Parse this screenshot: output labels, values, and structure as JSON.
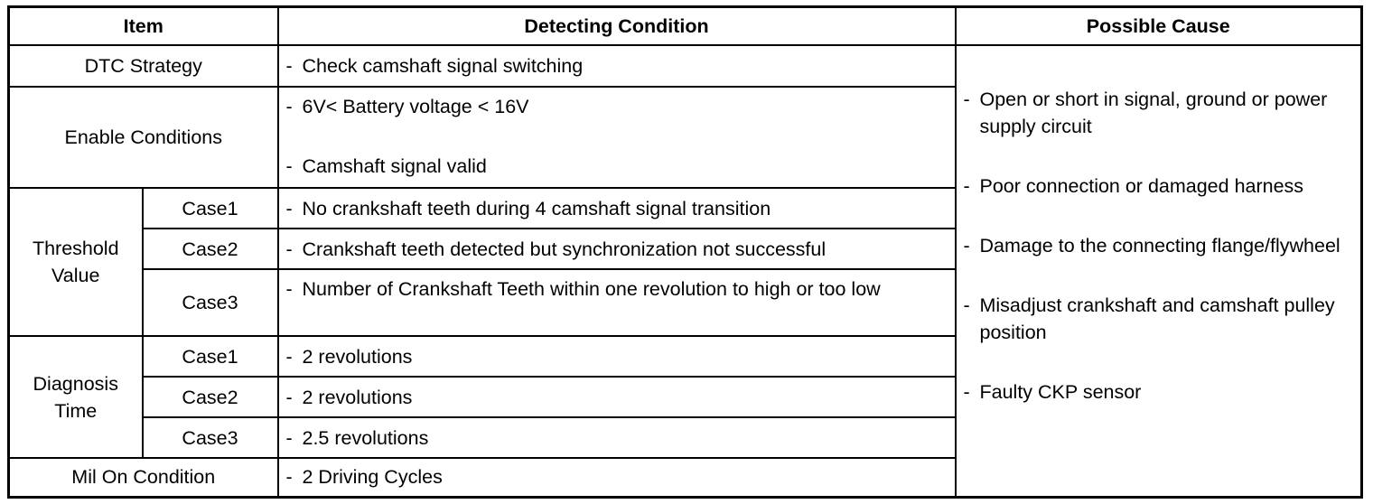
{
  "headers": {
    "item": "Item",
    "condition": "Detecting Condition",
    "cause": "Possible Cause"
  },
  "dash": "-",
  "rows": {
    "dtc_strategy": {
      "item": "DTC Strategy",
      "condition": "Check camshaft signal switching"
    },
    "enable_conditions": {
      "item": "Enable Conditions",
      "conditions": [
        "6V< Battery voltage < 16V",
        "Camshaft signal valid"
      ]
    },
    "threshold_value": {
      "item": "Threshold Value",
      "cases": [
        {
          "case": "Case1",
          "condition": "No crankshaft teeth during 4 camshaft signal transition"
        },
        {
          "case": "Case2",
          "condition": "Crankshaft teeth detected but synchronization not successful"
        },
        {
          "case": "Case3",
          "condition": "Number of Crankshaft Teeth within one revolution to high or too low"
        }
      ]
    },
    "diagnosis_time": {
      "item": "Diagnosis Time",
      "cases": [
        {
          "case": "Case1",
          "condition": "2 revolutions"
        },
        {
          "case": "Case2",
          "condition": "2 revolutions"
        },
        {
          "case": "Case3",
          "condition": "2.5 revolutions"
        }
      ]
    },
    "mil_on_condition": {
      "item": "Mil On Condition",
      "condition": "2 Driving Cycles"
    }
  },
  "possible_causes": [
    "Open or short in signal, ground or power supply circuit",
    "Poor connection or damaged harness",
    "Damage to the connecting flange/flywheel",
    "Misadjust crankshaft and camshaft pulley position",
    "Faulty CKP sensor"
  ]
}
